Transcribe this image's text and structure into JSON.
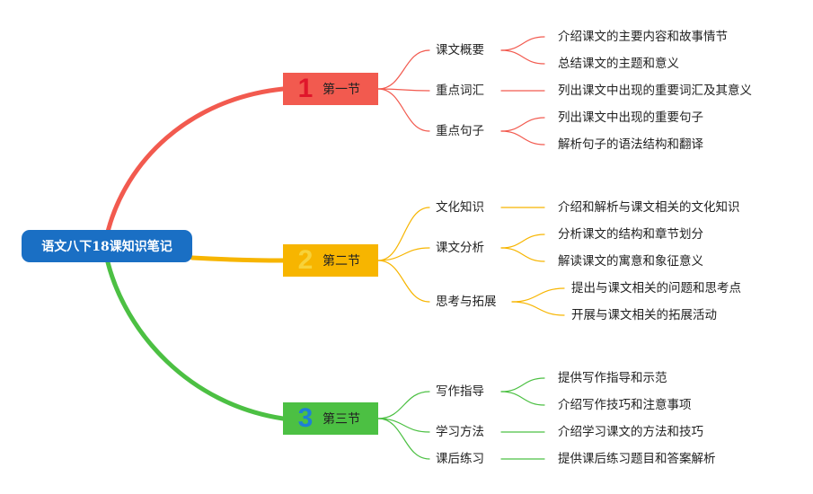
{
  "root": {
    "title": "语文八下18课知识笔记"
  },
  "sections": [
    {
      "num": "1",
      "label": "第一节",
      "color": "#f25a4f",
      "num_color": "#e0162b",
      "topics": [
        {
          "label": "课文概要",
          "details": [
            "介绍课文的主要内容和故事情节",
            "总结课文的主题和意义"
          ]
        },
        {
          "label": "重点词汇",
          "details": [
            "列出课文中出现的重要词汇及其意义"
          ]
        },
        {
          "label": "重点句子",
          "details": [
            "列出课文中出现的重要句子",
            "解析句子的语法结构和翻译"
          ]
        }
      ]
    },
    {
      "num": "2",
      "label": "第二节",
      "color": "#f7b500",
      "num_color": "#f7d23a",
      "topics": [
        {
          "label": "文化知识",
          "details": [
            "介绍和解析与课文相关的文化知识"
          ]
        },
        {
          "label": "课文分析",
          "details": [
            "分析课文的结构和章节划分",
            "解读课文的寓意和象征意义"
          ]
        },
        {
          "label": "思考与拓展",
          "details": [
            "提出与课文相关的问题和思考点",
            "开展与课文相关的拓展活动"
          ]
        }
      ]
    },
    {
      "num": "3",
      "label": "第三节",
      "color": "#4cc043",
      "num_color": "#1e7fd6",
      "topics": [
        {
          "label": "写作指导",
          "details": [
            "提供写作指导和示范",
            "介绍写作技巧和注意事项"
          ]
        },
        {
          "label": "学习方法",
          "details": [
            "介绍学习课文的方法和技巧"
          ]
        },
        {
          "label": "课后练习",
          "details": [
            "提供课后练习题目和答案解析"
          ]
        }
      ]
    }
  ]
}
